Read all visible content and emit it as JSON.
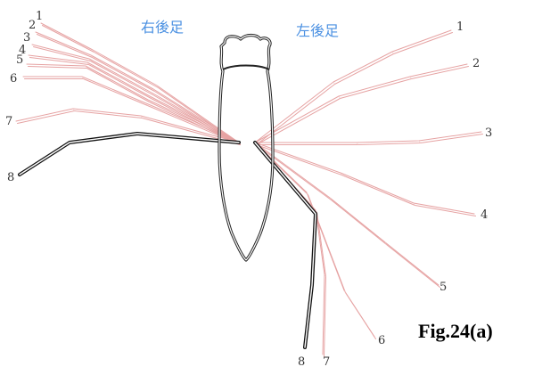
{
  "header_right_legs": "右後足",
  "header_left_legs": "左後足",
  "figure_label": "Fig.24(a)",
  "right_leg_labels": [
    "1",
    "2",
    "3",
    "4",
    "5",
    "6",
    "7",
    "8"
  ],
  "left_leg_labels": [
    "1",
    "2",
    "3",
    "4",
    "5",
    "6",
    "7",
    "8"
  ],
  "colors": {
    "ghost_leg": "#e6a3a3",
    "bold_leg": "#111111",
    "header_text": "#4a90e2",
    "body_outline": "#222222"
  }
}
